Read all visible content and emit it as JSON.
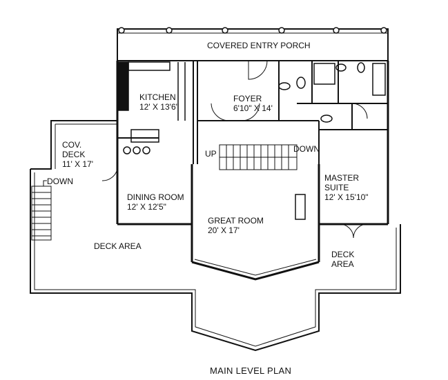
{
  "plan": {
    "title": "MAIN LEVEL PLAN",
    "porch": "COVERED ENTRY PORCH",
    "kitchen": {
      "name": "KITCHEN",
      "size": "12' X 13'6\""
    },
    "foyer": {
      "name": "FOYER",
      "size": "6'10\" X 14'"
    },
    "cov_deck": {
      "name1": "COV.",
      "name2": "DECK",
      "size": "11' X 17'"
    },
    "dining": {
      "name": "DINING ROOM",
      "size": "12' X 12'5\""
    },
    "master": {
      "name1": "MASTER",
      "name2": "SUITE",
      "size": "12' X 15'10\""
    },
    "great_room": {
      "name": "GREAT ROOM",
      "size": "20' X 17'"
    },
    "deck_area": "DECK AREA",
    "deck_area_small": {
      "line1": "DECK",
      "line2": "AREA"
    },
    "stair_up": "UP",
    "stair_down": "DOWN",
    "ext_stair_down": "DOWN"
  }
}
